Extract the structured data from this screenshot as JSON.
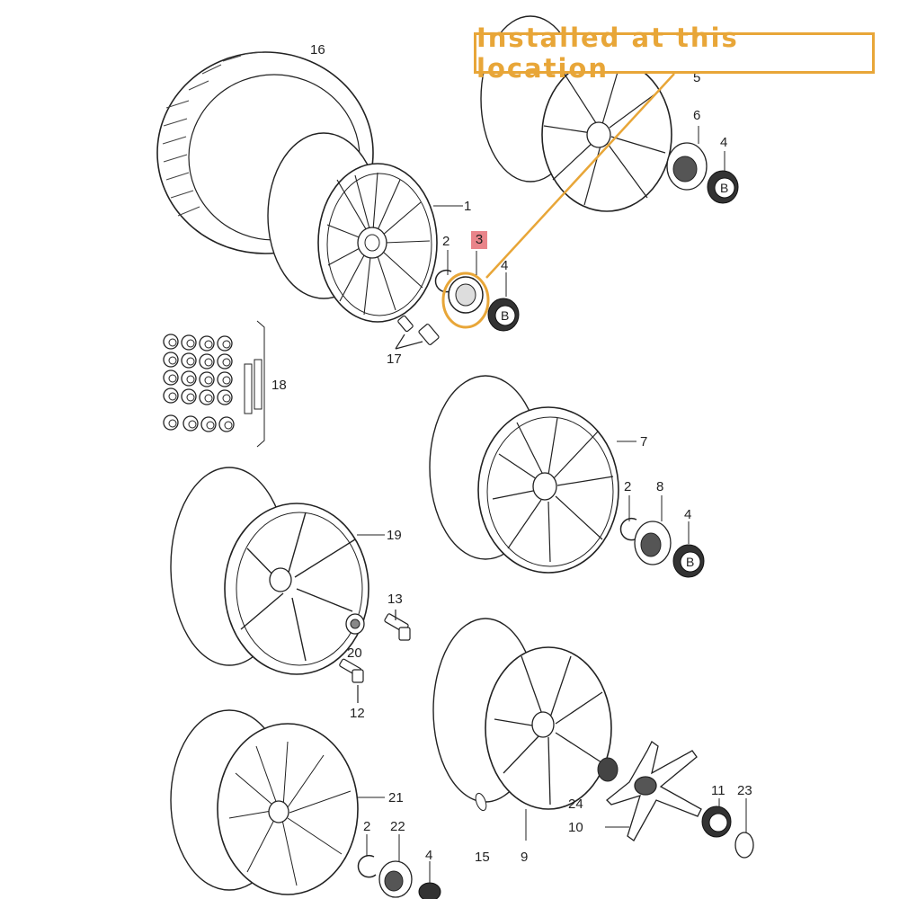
{
  "callout": {
    "text": "Installed at this location",
    "color": "#e8a638"
  },
  "highlight": {
    "label": "3",
    "color": "#e9848a"
  },
  "part_labels": [
    "1",
    "2",
    "3",
    "4",
    "5",
    "6",
    "7",
    "8",
    "9",
    "10",
    "11",
    "12",
    "13",
    "15",
    "16",
    "17",
    "18",
    "19",
    "20",
    "21",
    "22",
    "23",
    "24"
  ]
}
